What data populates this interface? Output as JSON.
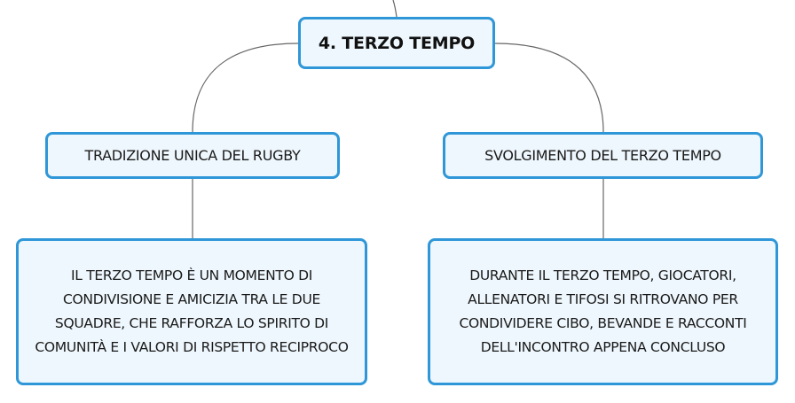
{
  "mindmap": {
    "root": {
      "label": "4. TERZO TEMPO"
    },
    "branches": [
      {
        "label": "TRADIZIONE UNICA DEL RUGBY",
        "detail": "IL TERZO TEMPO È UN MOMENTO DI CONDIVISIONE E AMICIZIA TRA LE DUE SQUADRE, CHE RAFFORZA LO SPIRITO DI COMUNITÀ E I VALORI DI RISPETTO RECIPROCO"
      },
      {
        "label": "SVOLGIMENTO DEL TERZO TEMPO",
        "detail": "DURANTE IL TERZO TEMPO, GIOCATORI, ALLENATORI E TIFOSI SI RITROVANO PER CONDIVIDERE CIBO, BEVANDE E RACCONTI DELL'INCONTRO APPENA CONCLUSO"
      }
    ]
  },
  "colors": {
    "node_border": "#2f97d8",
    "node_fill": "#eef7fd",
    "connector": "#666666"
  }
}
